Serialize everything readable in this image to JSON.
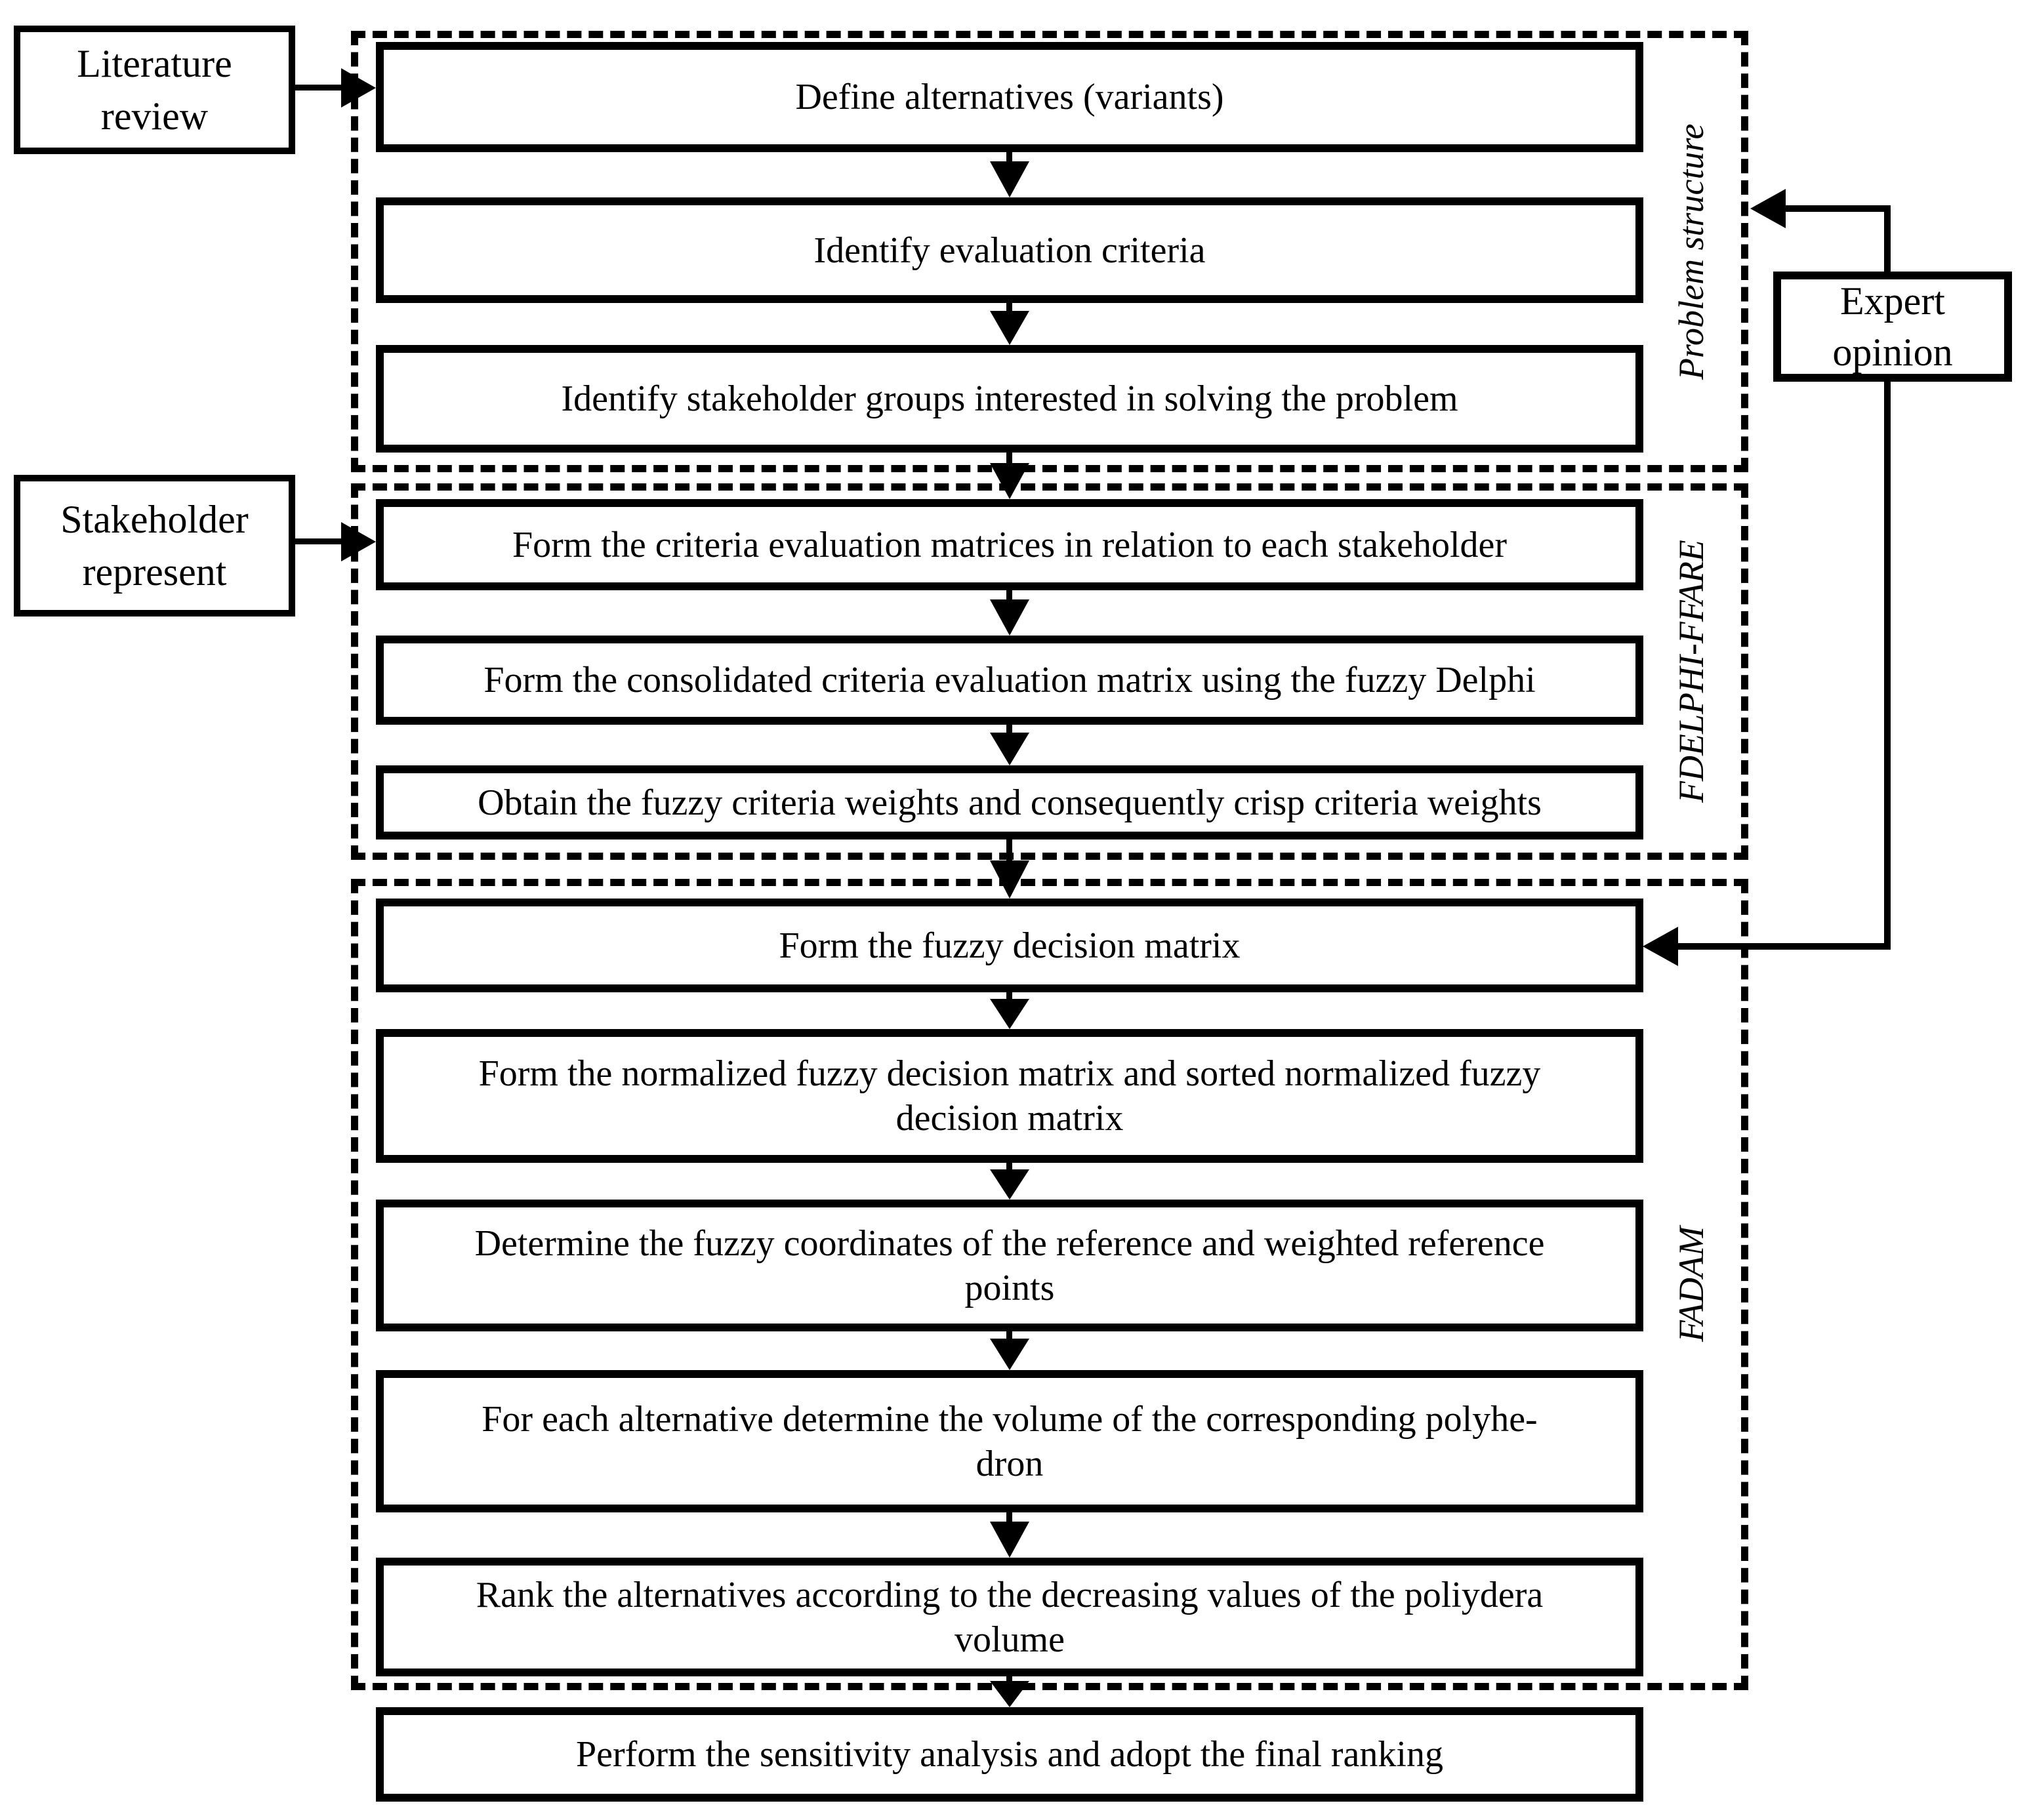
{
  "side_boxes": {
    "literature": {
      "lines": [
        "Literature",
        "review"
      ]
    },
    "stakeholder": {
      "lines": [
        "Stakeholder",
        "represent"
      ]
    },
    "expert": {
      "lines": [
        "Expert",
        "opinion"
      ]
    }
  },
  "groups": [
    {
      "label": "Problem structure"
    },
    {
      "label": "FDELPHI-FFARE"
    },
    {
      "label": "FADAM"
    }
  ],
  "steps": [
    {
      "lines": [
        "Define alternatives (variants)"
      ]
    },
    {
      "lines": [
        "Identify evaluation criteria"
      ]
    },
    {
      "lines": [
        "Identify stakeholder groups interested in solving the problem"
      ]
    },
    {
      "lines": [
        "Form the criteria evaluation matrices in relation to each stakeholder"
      ]
    },
    {
      "lines": [
        "Form the consolidated criteria evaluation matrix using the fuzzy Delphi"
      ]
    },
    {
      "lines": [
        "Obtain the fuzzy criteria weights and consequently crisp criteria weights"
      ]
    },
    {
      "lines": [
        "Form the fuzzy decision matrix"
      ]
    },
    {
      "lines": [
        "Form the normalized fuzzy decision matrix and sorted normalized fuzzy",
        "decision matrix"
      ]
    },
    {
      "lines": [
        "Determine the fuzzy coordinates of the reference and weighted reference",
        "points"
      ]
    },
    {
      "lines": [
        "For each alternative determine the volume of the corresponding polyhe-",
        "dron"
      ]
    },
    {
      "lines": [
        "Rank the alternatives according to the decreasing values of the poliydera",
        "volume"
      ]
    },
    {
      "lines": [
        "Perform the sensitivity analysis and adopt the final ranking"
      ]
    }
  ],
  "colors": {
    "ink": "#000000",
    "background": "#ffffff"
  }
}
